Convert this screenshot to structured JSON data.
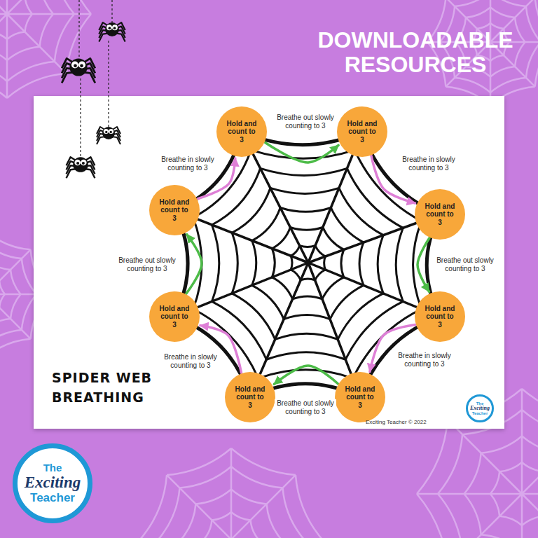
{
  "diagram": {
    "title": "DOWNLOADABLE RESOURCES",
    "nodes": [
      {
        "text": [
          "Hold and count to 3"
        ]
      },
      {
        "text": [
          "Hold and count to 3"
        ]
      },
      {
        "text": [
          "Hold and count to 3"
        ]
      },
      {
        "text": [
          "Hold and count to 3"
        ]
      },
      {
        "text": [
          "Hold and count to 3"
        ]
      },
      {
        "text": [
          "Hold and count to 3"
        ]
      },
      {
        "text": [
          "Hold and count to 3"
        ]
      },
      {
        "text": [
          "Hold and count to 3"
        ]
      },
      {
        "text": [
          "The",
          "Exciting",
          "Teacher"
        ]
      },
      {
        "text": [
          "The",
          "Exciting",
          "Teacher"
        ]
      }
    ],
    "edges": [
      {
        "from": 0,
        "to": 1,
        "label": "Breathe out slowly counting to 3",
        "arrow": "to"
      },
      {
        "from": 1,
        "to": 2,
        "label": "Breathe in slowly counting to 3",
        "arrow": "to"
      },
      {
        "from": 2,
        "to": 3,
        "label": "Breathe out slowly counting to 3",
        "arrow": "to"
      },
      {
        "from": 3,
        "to": 4,
        "label": "Breathe in slowly counting to 3",
        "arrow": "to"
      },
      {
        "from": 4,
        "to": 5,
        "label": "Breathe out slowly counting to 3",
        "arrow": "to"
      },
      {
        "from": 5,
        "to": 6,
        "label": "Breathe in slowly counting to 3",
        "arrow": "to"
      },
      {
        "from": 6,
        "to": 7,
        "label": "Breathe out slowly counting to 3",
        "arrow": "to"
      },
      {
        "from": 7,
        "to": 0,
        "label": "Breathe in slowly counting to 3",
        "arrow": "to"
      }
    ],
    "labels": [
      "SPIDER WEB BREATHING",
      "Exciting Teacher © 2022"
    ]
  }
}
